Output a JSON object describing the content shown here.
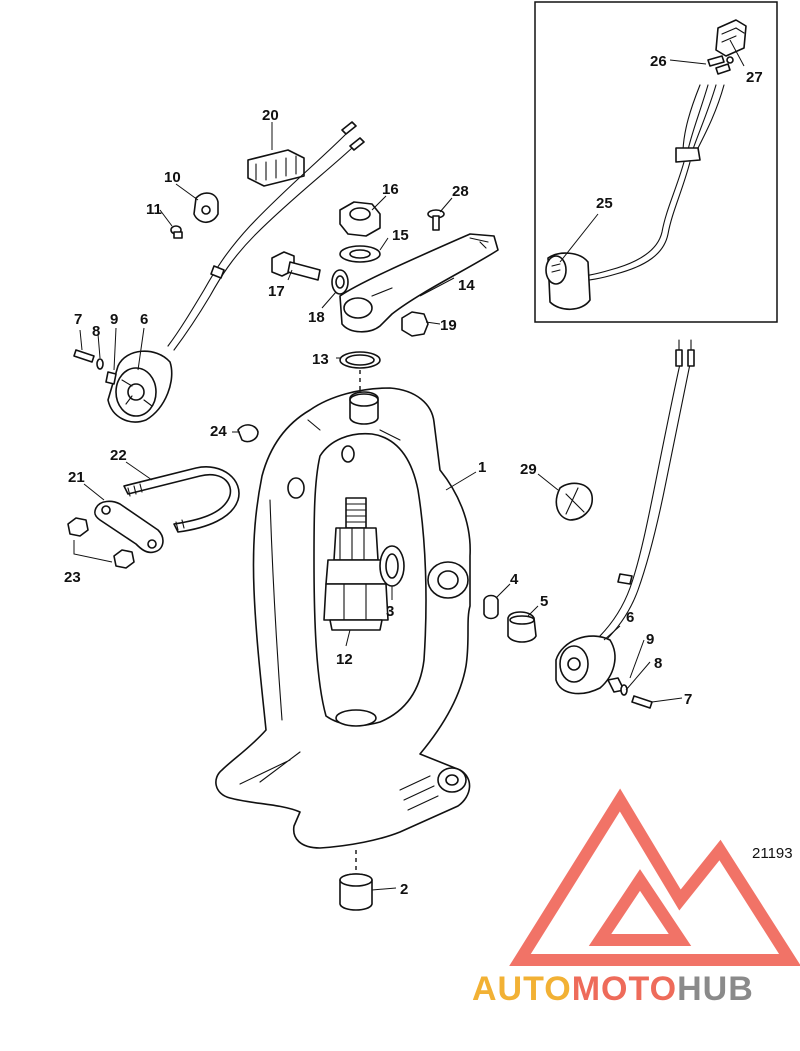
{
  "figure_number": "21193",
  "callouts": [
    "1",
    "2",
    "3",
    "4",
    "5",
    "6",
    "6",
    "7",
    "7",
    "8",
    "8",
    "9",
    "9",
    "10",
    "11",
    "12",
    "13",
    "14",
    "15",
    "16",
    "17",
    "18",
    "19",
    "20",
    "21",
    "22",
    "23",
    "24",
    "25",
    "26",
    "27",
    "28",
    "29"
  ],
  "watermark": {
    "part1": "AUTO",
    "part2": "MOTO",
    "part3": "HUB",
    "colors": {
      "auto": "#f2b134",
      "moto": "#ee6b5a",
      "hub": "#8a8a8a",
      "logo": "#ef5a4c"
    }
  }
}
